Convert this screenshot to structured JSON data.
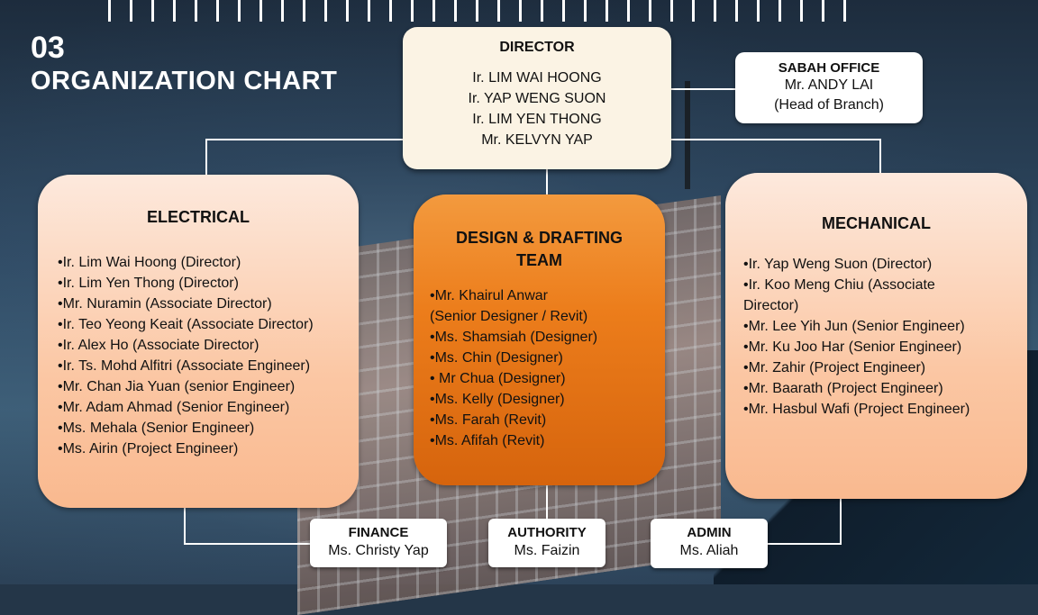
{
  "header": {
    "number": "03",
    "title": "ORGANIZATION CHART"
  },
  "director": {
    "title": "DIRECTOR",
    "names": [
      "Ir. LIM WAI HOONG",
      "Ir. YAP WENG SUON",
      "Ir. LIM YEN THONG",
      "Mr. KELVYN YAP"
    ]
  },
  "sabah_office": {
    "title": "SABAH OFFICE",
    "name": "Mr. ANDY LAI",
    "role": "(Head of Branch)"
  },
  "electrical": {
    "title": "ELECTRICAL",
    "members": [
      "•Ir. Lim Wai Hoong (Director)",
      "•Ir. Lim Yen Thong (Director)",
      "•Mr. Nuramin (Associate Director)",
      "•Ir. Teo Yeong Keait (Associate Director)",
      "•Ir. Alex Ho (Associate Director)",
      "•Ir. Ts. Mohd Alfitri (Associate Engineer)",
      "•Mr. Chan Jia Yuan (senior Engineer)",
      "•Mr. Adam Ahmad (Senior Engineer)",
      "•Ms. Mehala (Senior Engineer)",
      "•Ms. Airin (Project Engineer)"
    ]
  },
  "design": {
    "title_line1": "DESIGN & DRAFTING",
    "title_line2": "TEAM",
    "members": [
      "•Mr. Khairul Anwar",
      "(Senior Designer / Revit)",
      "•Ms. Shamsiah (Designer)",
      "•Ms. Chin (Designer)",
      "• Mr Chua (Designer)",
      "•Ms. Kelly (Designer)",
      "•Ms. Farah (Revit)",
      "•Ms. Afifah (Revit)"
    ]
  },
  "mechanical": {
    "title": "MECHANICAL",
    "members": [
      "•Ir. Yap Weng Suon (Director)",
      "•Ir. Koo Meng Chiu (Associate",
      "Director)",
      "•Mr. Lee Yih Jun (Senior Engineer)",
      "•Mr. Ku Joo Har (Senior Engineer)",
      "•Mr. Zahir (Project Engineer)",
      "•Mr. Baarath (Project Engineer)",
      "•Mr. Hasbul Wafi (Project Engineer)"
    ]
  },
  "finance": {
    "title": "FINANCE",
    "name": "Ms. Christy Yap"
  },
  "authority": {
    "title": "AUTHORITY",
    "name": "Ms. Faizin"
  },
  "admin": {
    "title": "ADMIN",
    "name": "Ms. Aliah"
  }
}
